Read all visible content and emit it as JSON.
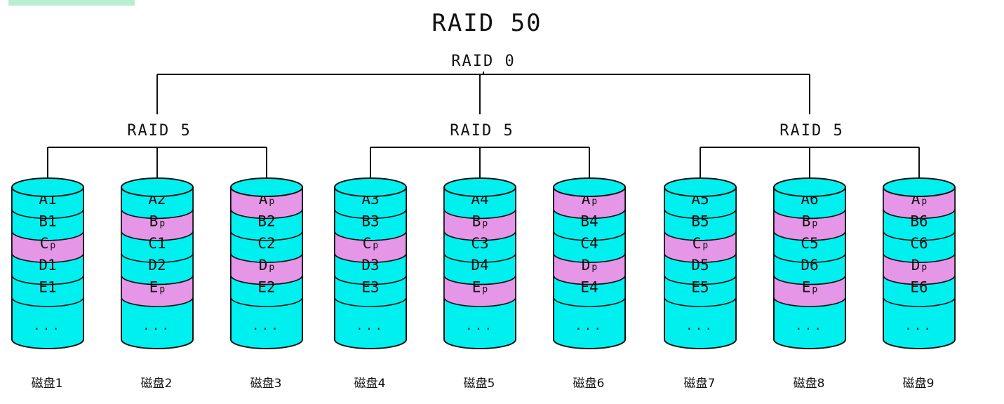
{
  "title": "RAID 50",
  "raid0_label": "RAID 0",
  "colors": {
    "data_block": "#00f0f0",
    "parity_block": "#e596e6",
    "outline": "#111111"
  },
  "groups": [
    {
      "label": "RAID 5",
      "disks": [
        {
          "label": "磁盘1",
          "blocks": [
            {
              "letter": "A",
              "suffix": "1",
              "parity": false
            },
            {
              "letter": "B",
              "suffix": "1",
              "parity": false
            },
            {
              "letter": "C",
              "suffix": "p",
              "parity": true
            },
            {
              "letter": "D",
              "suffix": "1",
              "parity": false
            },
            {
              "letter": "E",
              "suffix": "1",
              "parity": false
            }
          ],
          "ellipsis": "..."
        },
        {
          "label": "磁盘2",
          "blocks": [
            {
              "letter": "A",
              "suffix": "2",
              "parity": false
            },
            {
              "letter": "B",
              "suffix": "p",
              "parity": true
            },
            {
              "letter": "C",
              "suffix": "1",
              "parity": false
            },
            {
              "letter": "D",
              "suffix": "2",
              "parity": false
            },
            {
              "letter": "E",
              "suffix": "p",
              "parity": true
            }
          ],
          "ellipsis": "..."
        },
        {
          "label": "磁盘3",
          "blocks": [
            {
              "letter": "A",
              "suffix": "p",
              "parity": true
            },
            {
              "letter": "B",
              "suffix": "2",
              "parity": false
            },
            {
              "letter": "C",
              "suffix": "2",
              "parity": false
            },
            {
              "letter": "D",
              "suffix": "p",
              "parity": true
            },
            {
              "letter": "E",
              "suffix": "2",
              "parity": false
            }
          ],
          "ellipsis": "..."
        }
      ]
    },
    {
      "label": "RAID 5",
      "disks": [
        {
          "label": "磁盘4",
          "blocks": [
            {
              "letter": "A",
              "suffix": "3",
              "parity": false
            },
            {
              "letter": "B",
              "suffix": "3",
              "parity": false
            },
            {
              "letter": "C",
              "suffix": "p",
              "parity": true
            },
            {
              "letter": "D",
              "suffix": "3",
              "parity": false
            },
            {
              "letter": "E",
              "suffix": "3",
              "parity": false
            }
          ],
          "ellipsis": "..."
        },
        {
          "label": "磁盘5",
          "blocks": [
            {
              "letter": "A",
              "suffix": "4",
              "parity": false
            },
            {
              "letter": "B",
              "suffix": "p",
              "parity": true
            },
            {
              "letter": "C",
              "suffix": "3",
              "parity": false
            },
            {
              "letter": "D",
              "suffix": "4",
              "parity": false
            },
            {
              "letter": "E",
              "suffix": "p",
              "parity": true
            }
          ],
          "ellipsis": "..."
        },
        {
          "label": "磁盘6",
          "blocks": [
            {
              "letter": "A",
              "suffix": "p",
              "parity": true
            },
            {
              "letter": "B",
              "suffix": "4",
              "parity": false
            },
            {
              "letter": "C",
              "suffix": "4",
              "parity": false
            },
            {
              "letter": "D",
              "suffix": "p",
              "parity": true
            },
            {
              "letter": "E",
              "suffix": "4",
              "parity": false
            }
          ],
          "ellipsis": "..."
        }
      ]
    },
    {
      "label": "RAID 5",
      "disks": [
        {
          "label": "磁盘7",
          "blocks": [
            {
              "letter": "A",
              "suffix": "5",
              "parity": false
            },
            {
              "letter": "B",
              "suffix": "5",
              "parity": false
            },
            {
              "letter": "C",
              "suffix": "p",
              "parity": true
            },
            {
              "letter": "D",
              "suffix": "5",
              "parity": false
            },
            {
              "letter": "E",
              "suffix": "5",
              "parity": false
            }
          ],
          "ellipsis": "..."
        },
        {
          "label": "磁盘8",
          "blocks": [
            {
              "letter": "A",
              "suffix": "6",
              "parity": false
            },
            {
              "letter": "B",
              "suffix": "p",
              "parity": true
            },
            {
              "letter": "C",
              "suffix": "5",
              "parity": false
            },
            {
              "letter": "D",
              "suffix": "6",
              "parity": false
            },
            {
              "letter": "E",
              "suffix": "p",
              "parity": true
            }
          ],
          "ellipsis": "..."
        },
        {
          "label": "磁盘9",
          "blocks": [
            {
              "letter": "A",
              "suffix": "p",
              "parity": true
            },
            {
              "letter": "B",
              "suffix": "6",
              "parity": false
            },
            {
              "letter": "C",
              "suffix": "6",
              "parity": false
            },
            {
              "letter": "D",
              "suffix": "p",
              "parity": true
            },
            {
              "letter": "E",
              "suffix": "6",
              "parity": false
            }
          ],
          "ellipsis": "..."
        }
      ]
    }
  ]
}
